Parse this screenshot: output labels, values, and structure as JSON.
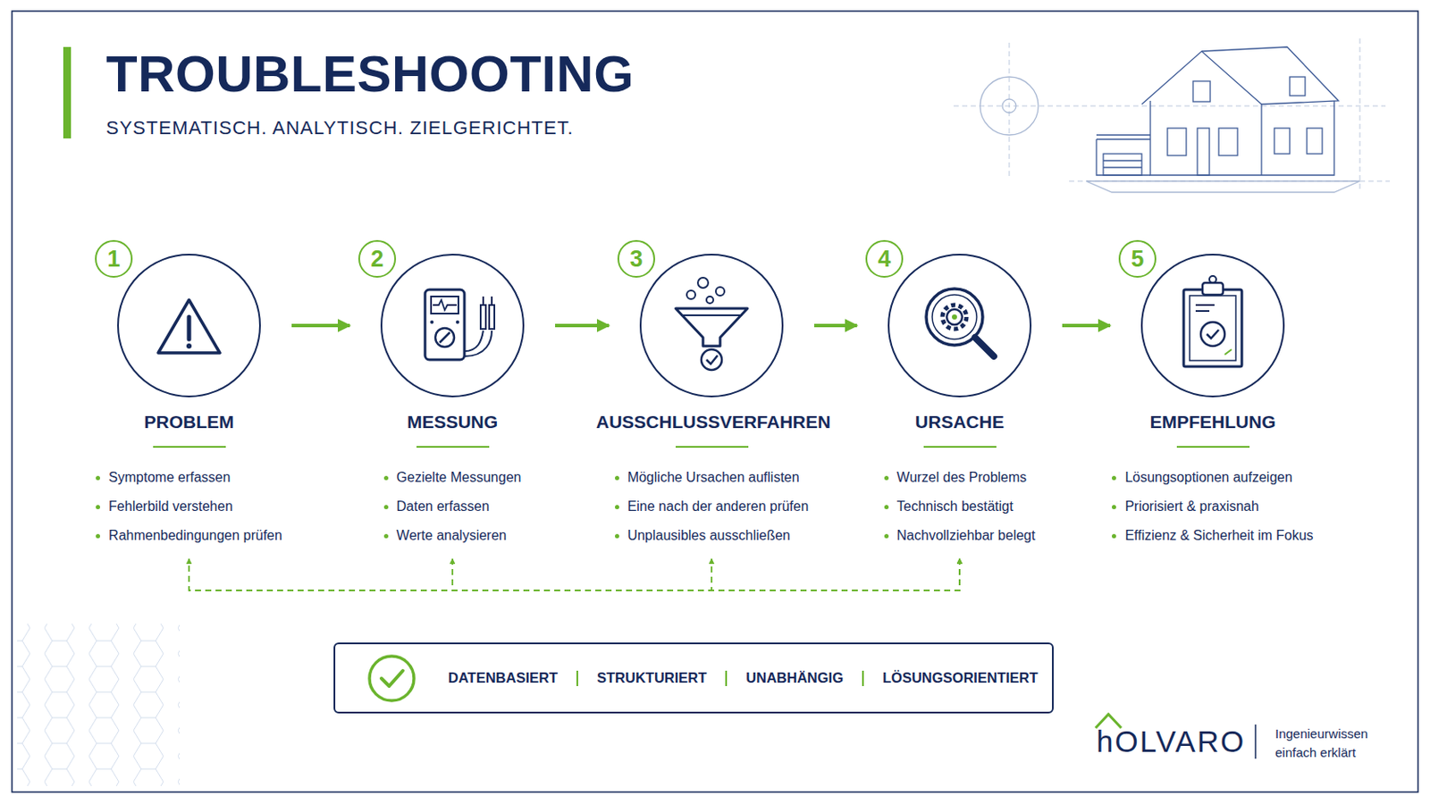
{
  "diagram": {
    "title": "TROUBLESHOOTING",
    "nodes": [
      {
        "text": [
          "1",
          "PROBLEM",
          "Symptome erfassen",
          "Fehlerbild verstehen",
          "Rahmenbedingungen prüfen"
        ]
      },
      {
        "text": [
          "2",
          "MESSUNG",
          "Gezielte Messungen",
          "Daten erfassen",
          "Werte analysieren"
        ]
      },
      {
        "text": [
          "3",
          "AUSSCHLUSSVERFAHREN",
          "Mögliche Ursachen auflisten",
          "Eine nach der anderen prüfen",
          "Unplausibles ausschließen"
        ]
      },
      {
        "text": [
          "4",
          "URSACHE",
          "Wurzel des Problems",
          "Technisch bestätigt",
          "Nachvollziehbar belegt"
        ]
      },
      {
        "text": [
          "5",
          "EMPFEHLUNG",
          "Lösungsoptionen aufzeigen",
          "Priorisiert & praxisnah",
          "Effizienz & Sicherheit im Fokus"
        ]
      },
      {
        "text": [
          "DATENBASIERT",
          "STRUKTURIERT",
          "UNABHÄNGIG",
          "LÖSUNGSORIENTIERT"
        ]
      }
    ],
    "edges": [
      {
        "from": 0,
        "to": 1,
        "arrow": "to"
      },
      {
        "from": 1,
        "to": 2,
        "arrow": "to"
      },
      {
        "from": 2,
        "to": 3,
        "arrow": "to"
      },
      {
        "from": 3,
        "to": 4,
        "arrow": "to"
      },
      {
        "from": 3,
        "to": 0,
        "arrow": "both"
      },
      {
        "from": 3,
        "to": 1,
        "arrow": "both"
      },
      {
        "from": 3,
        "to": 2,
        "arrow": "both"
      }
    ],
    "labels": [
      "SYSTEMATISCH. ANALYTISCH. ZIELGERICHTET.",
      "hOLVARO",
      "Ingenieurwissen einfach erklärt"
    ]
  }
}
